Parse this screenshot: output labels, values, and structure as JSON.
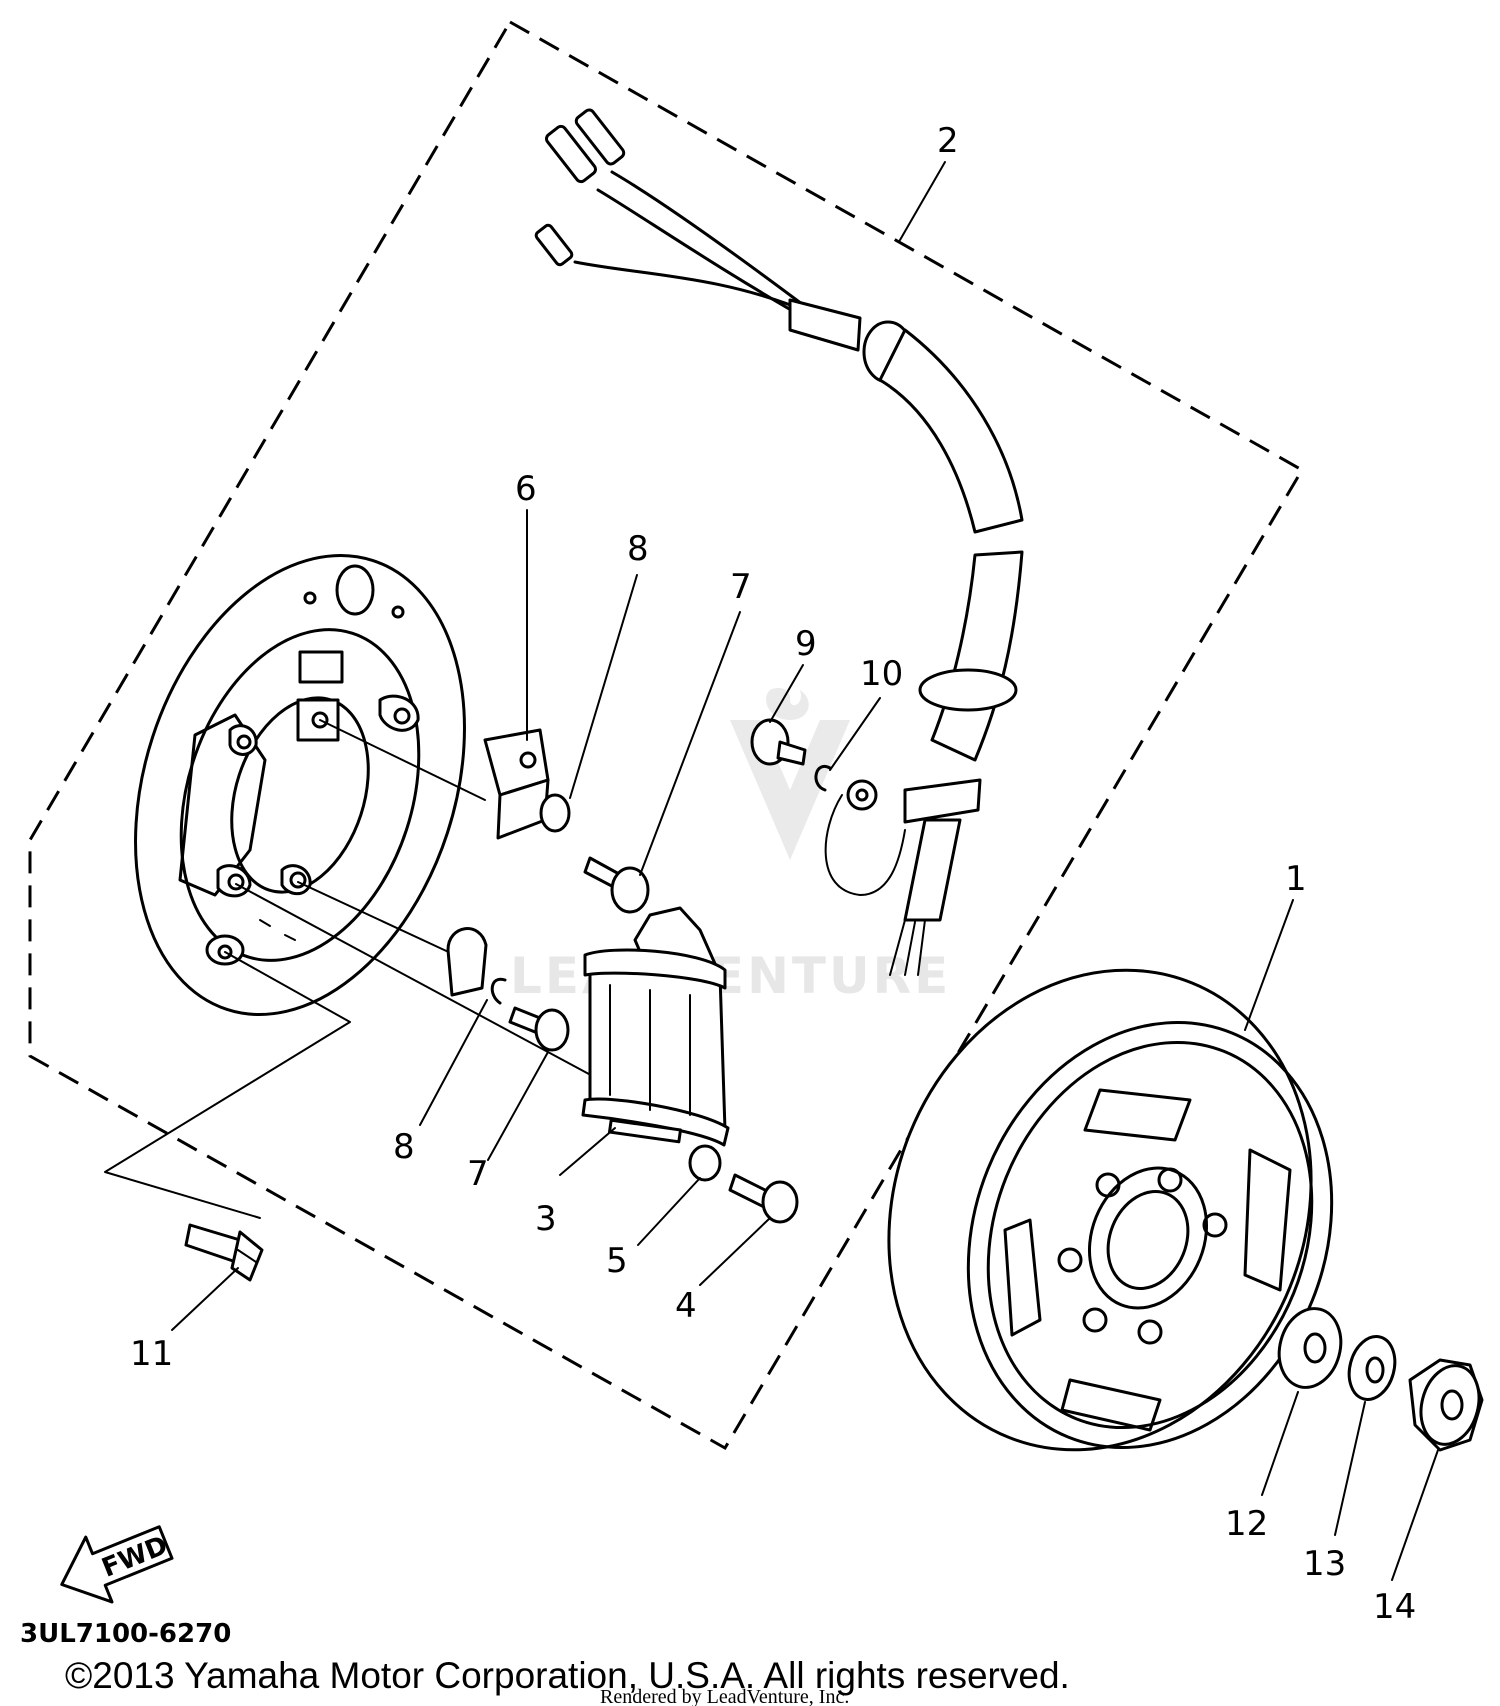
{
  "diagram": {
    "part_code": "3UL7100-6270",
    "fwd_label": "FWD",
    "copyright": "©2013 Yamaha Motor Corporation, U.S.A. All rights reserved.",
    "rendered_by": "Rendered by LeadVenture, Inc.",
    "watermark": "LEADVENTURE",
    "callouts": {
      "c1": "1",
      "c2": "2",
      "c3": "3",
      "c4": "4",
      "c5": "5",
      "c6": "6",
      "c7a": "7",
      "c7b": "7",
      "c8a": "8",
      "c8b": "8",
      "c9": "9",
      "c10": "10",
      "c11": "11",
      "c12": "12",
      "c13": "13",
      "c14": "14"
    }
  }
}
